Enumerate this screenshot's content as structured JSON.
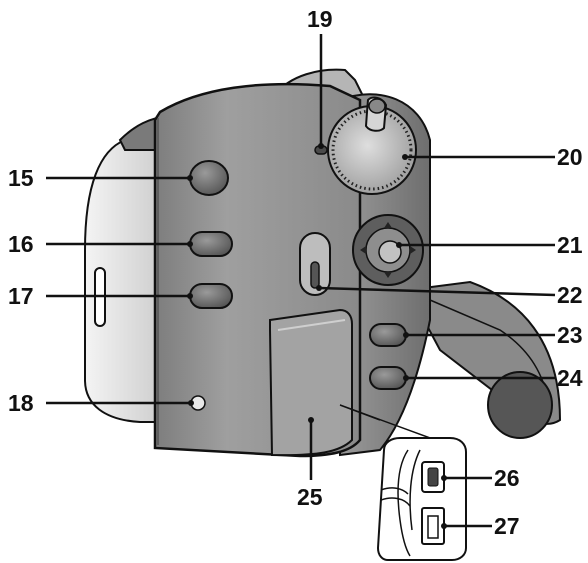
{
  "callouts": {
    "c15": "15",
    "c16": "16",
    "c17": "17",
    "c18": "18",
    "c19": "19",
    "c20": "20",
    "c21": "21",
    "c22": "22",
    "c23": "23",
    "c24": "24",
    "c25": "25",
    "c26": "26",
    "c27": "27"
  },
  "colors": {
    "body_dark": "#8c8c8c",
    "body_mid": "#a6a6a6",
    "body_light": "#c4c4c4",
    "grip_light": "#ececec",
    "button": "#7a7a7a",
    "ink": "#111111"
  }
}
